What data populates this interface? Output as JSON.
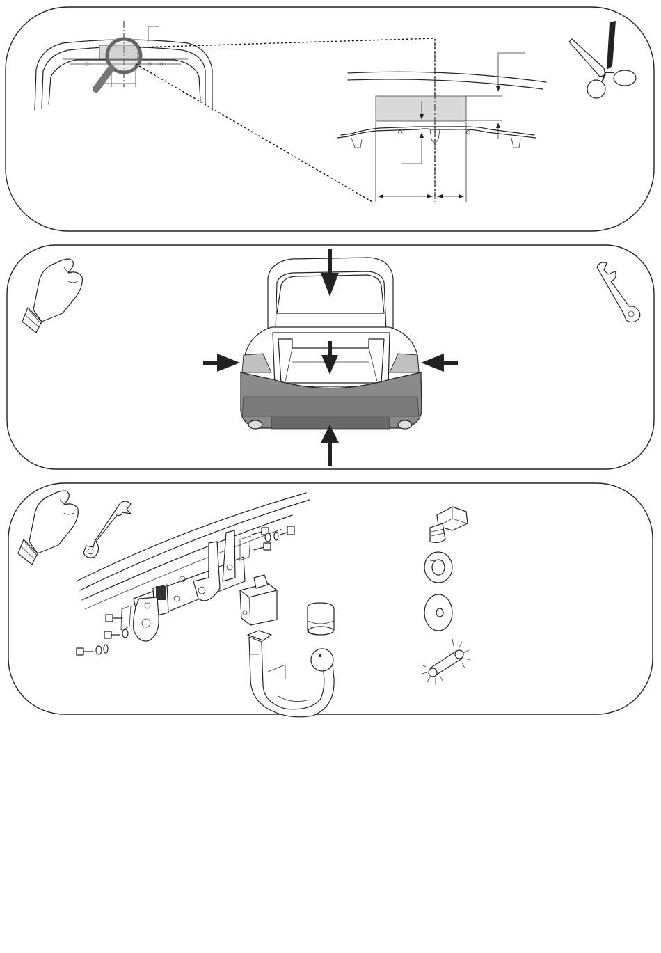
{
  "document": {
    "panels": [
      {
        "id": "panel-1",
        "icons": [
          "magnifier-icon",
          "scissors-icon"
        ]
      },
      {
        "id": "panel-2",
        "icons": [
          "gloved-hand-icon",
          "wrench-icon"
        ]
      },
      {
        "id": "panel-3",
        "icons": [
          "gloved-hand-icon",
          "wrench-icon"
        ]
      }
    ],
    "parts_legend": [
      "bolt-icon",
      "spring-washer-icon",
      "flat-washer-icon",
      "serrated-washer-icon"
    ]
  }
}
